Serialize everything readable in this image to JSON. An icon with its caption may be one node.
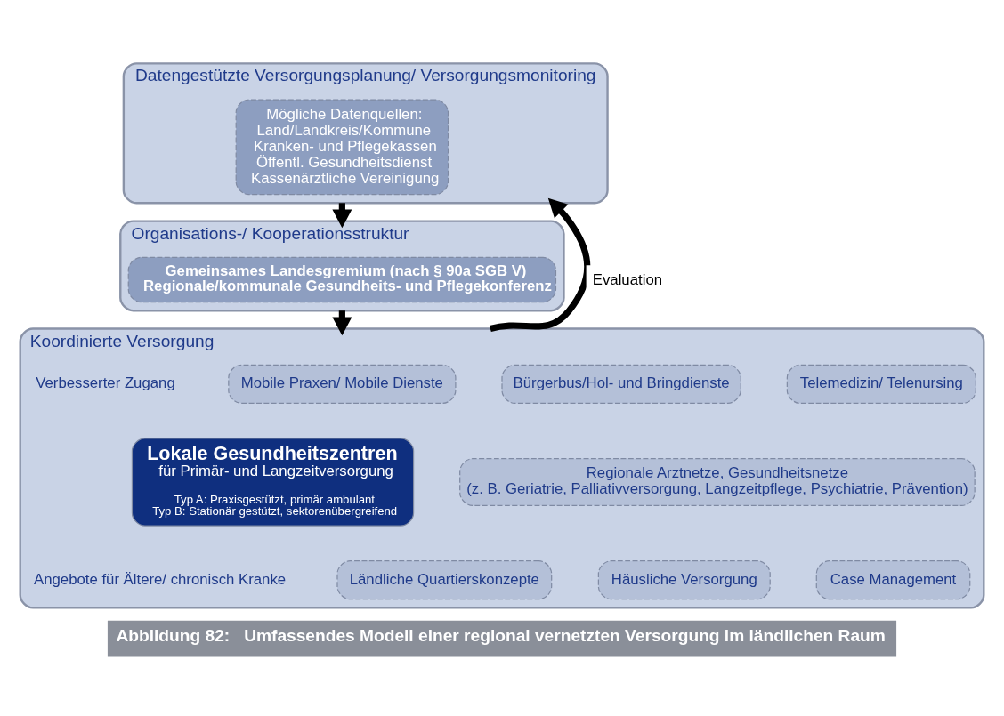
{
  "diagram": {
    "caption": "Abbildung 82:   Umfassendes Modell einer regional vernetzten Versorgung im ländlichen Raum",
    "nodes": [
      {
        "text": [
          "Datengestützte Versorgungsplanung/ Versorgungsmonitoring"
        ]
      },
      {
        "text": [
          "Mögliche Datenquellen:",
          "Land/Landkreis/Kommune",
          "Kranken- und Pflegekassen",
          "Öffentl. Gesundheitsdienst",
          "Kassenärztliche Vereinigung"
        ],
        "in": 0
      },
      {
        "text": [
          "Organisations-/ Kooperationsstruktur"
        ]
      },
      {
        "text": [
          "Gemeinsames Landesgremium (nach § 90a SGB V)",
          "Regionale/kommunale Gesundheits- und Pflegekonferenz"
        ],
        "in": 2
      },
      {
        "text": [
          "Koordinierte Versorgung"
        ]
      },
      {
        "text": [
          "Mobile Praxen/ Mobile Dienste"
        ],
        "in": 4
      },
      {
        "text": [
          "Bürgerbus/Hol- und Bringdienste"
        ],
        "in": 4
      },
      {
        "text": [
          "Telemedizin/ Telenursing"
        ],
        "in": 4
      },
      {
        "text": [
          "Lokale Gesundheitszentren",
          "für Primär- und Langzeitversorgung",
          "Typ A: Praxisgestützt, primär ambulant",
          "Typ B: Stationär gestützt, sektorenübergreifend"
        ],
        "in": 4
      },
      {
        "text": [
          "Regionale Arztnetze, Gesundheitsnetze",
          "(z. B. Geriatrie, Palliativversorgung, Langzeitpflege, Psychiatrie, Prävention)"
        ],
        "in": 4
      },
      {
        "text": [
          "Ländliche Quartierskonzepte"
        ],
        "in": 4
      },
      {
        "text": [
          "Häusliche Versorgung"
        ],
        "in": 4
      },
      {
        "text": [
          "Case Management"
        ],
        "in": 4
      }
    ],
    "edges": [
      {
        "from": 0,
        "to": 2,
        "arrow": "to"
      },
      {
        "from": 2,
        "to": 4,
        "arrow": "to"
      },
      {
        "from": 4,
        "to": 0,
        "arrow": "to",
        "label": "Evaluation"
      }
    ],
    "labels": [
      "Verbesserter Zugang",
      "Angebote für Ältere/ chronisch Kranke"
    ]
  }
}
